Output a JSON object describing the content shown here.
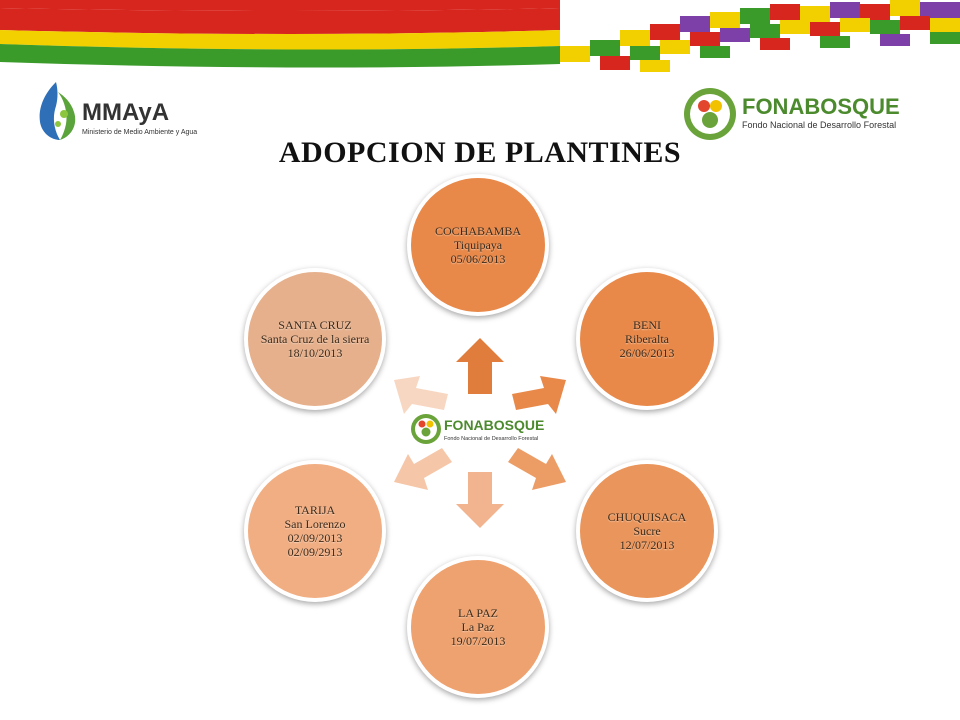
{
  "header": {
    "title": "ADOPCION DE PLANTINES",
    "logo_left": "MMAyA",
    "logo_left_sub": "Ministerio de Medio Ambiente y Agua",
    "logo_right": "FONABOSQUE",
    "logo_right_sub": "Fondo Nacional de Desarrollo Forestal"
  },
  "center": {
    "name": "FONABOSQUE",
    "sub": "Fondo Nacional de Desarrollo Forestal"
  },
  "nodes": [
    {
      "dept": "COCHABAMBA",
      "city": "Tiquipaya",
      "date": "05/06/2013",
      "color": "#E8894A"
    },
    {
      "dept": "BENI",
      "city": "Riberalta",
      "date": "26/06/2013",
      "color": "#E8894A"
    },
    {
      "dept": "CHUQUISACA",
      "city": "Sucre",
      "date": "12/07/2013",
      "color": "#EA955B"
    },
    {
      "dept": "LA PAZ",
      "city": "La Paz",
      "date": "19/07/2013",
      "color": "#EEA26F"
    },
    {
      "dept": "TARIJA",
      "city": "San Lorenzo",
      "date": "02/09/2013",
      "date2": "02/09/2913",
      "color": "#F1AE83"
    },
    {
      "dept": "SANTA CRUZ",
      "city": "Santa Cruz de la sierra",
      "date": "18/10/2013",
      "color": "#E6B08C"
    }
  ],
  "colors": {
    "arrow_top": "#E07D3C",
    "arrow_upper_right": "#E8894A",
    "arrow_lower_right": "#EC9D66",
    "arrow_bottom": "#F2B48E",
    "arrow_lower_left": "#F5C6A7",
    "arrow_upper_left": "#F8D7C2"
  }
}
